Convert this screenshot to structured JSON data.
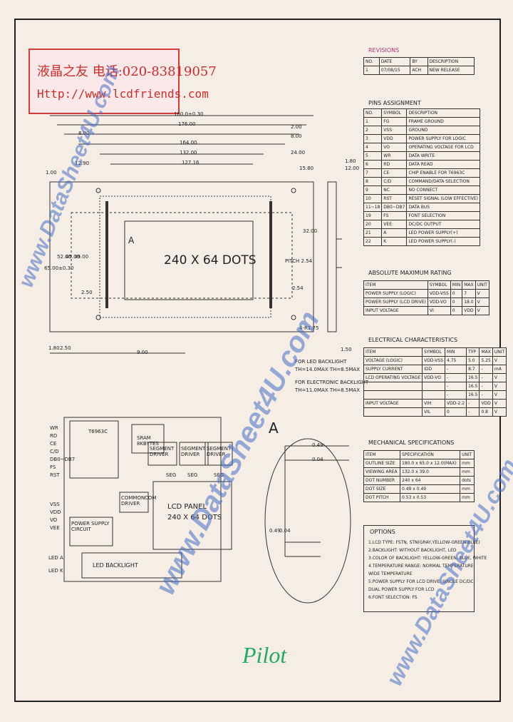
{
  "stamp": {
    "line1": "液晶之友 电话:020-83819057",
    "line2": "Http://www.lcdfriends.com"
  },
  "watermark": {
    "text": "www.DataSheet4U.com"
  },
  "revisions": {
    "title": "REVISIONS",
    "headers": [
      "NO.",
      "DATE",
      "BY",
      "DESCRIPTION"
    ],
    "rows": [
      [
        "1",
        "07/08/15",
        "ACH",
        "NEW RELEASE"
      ]
    ]
  },
  "pins": {
    "title": "PINS ASSIGNMENT",
    "headers": [
      "NO.",
      "SYMBOL",
      "DESCRIPTION"
    ],
    "rows": [
      [
        "1",
        "FG",
        "FRAME GROUND"
      ],
      [
        "2",
        "VSS",
        "GROUND"
      ],
      [
        "3",
        "VDD",
        "POWER SUPPLY FOR LOGIC"
      ],
      [
        "4",
        "VO",
        "OPERATING VOLTAGE FOR LCD"
      ],
      [
        "5",
        "WR",
        "DATA WRITE"
      ],
      [
        "6",
        "RD",
        "DATA READ"
      ],
      [
        "7",
        "CE",
        "CHIP ENABLE FOR T6963C"
      ],
      [
        "8",
        "C/D",
        "COMMAND/DATA SELECTION"
      ],
      [
        "9",
        "NC",
        "NO CONNECT"
      ],
      [
        "10",
        "RST",
        "RESET SIGNAL (LOW EFFECTIVE)"
      ],
      [
        "11~18",
        "DB0~DB7",
        "DATA BUS"
      ],
      [
        "19",
        "FS",
        "FONT SELECTION"
      ],
      [
        "20",
        "VEE",
        "DC/DC OUTPUT"
      ],
      [
        "21",
        "A",
        "LED POWER SUPPLY(+)"
      ],
      [
        "22",
        "K",
        "LED POWER SUPPLY(-)"
      ]
    ]
  },
  "absmax": {
    "title": "ABSOLUTE MAXIMUM RATING",
    "headers": [
      "ITEM",
      "SYMBOL",
      "MIN",
      "MAX",
      "UNIT"
    ],
    "rows": [
      [
        "POWER SUPPLY (LOGIC)",
        "VDD-VSS",
        "0",
        "7",
        "V"
      ],
      [
        "POWER SUPPLY (LCD DRIVE)",
        "VDD-VO",
        "0",
        "18.0",
        "V"
      ],
      [
        "INPUT VOLTAGE",
        "VI",
        "0",
        "VDD",
        "V"
      ]
    ]
  },
  "elec": {
    "title": "ELECTRICAL CHARACTERISTICS",
    "headers": [
      "ITEM",
      "SYMBOL",
      "MIN",
      "TYP",
      "MAX",
      "UNIT"
    ],
    "rows": [
      [
        "VOLTAGE (LOGIC)",
        "VDD-VSS",
        "4.75",
        "5.0",
        "5.25",
        "V"
      ],
      [
        "SUPPLY CURRENT",
        "IDD",
        "-",
        "8.7",
        "-",
        "mA"
      ],
      [
        "LCD OPERATING VOLTAGE",
        "VDD-VO",
        "-",
        "16.5",
        "-",
        "V"
      ],
      [
        "",
        "",
        "-",
        "16.5",
        "-",
        "V"
      ],
      [
        "",
        "",
        "-",
        "16.5",
        "-",
        "V"
      ],
      [
        "INPUT VOLTAGE",
        "VIH",
        "VDD-2.2",
        "-",
        "VDD",
        "V"
      ],
      [
        "",
        "VIL",
        "0",
        "-",
        "0.8",
        "V"
      ]
    ]
  },
  "mech": {
    "title": "MECHANICAL SPECIFICATIONS",
    "headers": [
      "ITEM",
      "SPECIFICATION",
      "UNIT"
    ],
    "rows": [
      [
        "OUTLINE SIZE",
        "180.0 x 65.0 x 12.0(MAX)",
        "mm"
      ],
      [
        "VIEWING AREA",
        "132.0 x 39.0",
        "mm"
      ],
      [
        "DOT NUMBER",
        "240 x 64",
        "dots"
      ],
      [
        "DOT SIZE",
        "0.49 x 0.49",
        "mm"
      ],
      [
        "DOT PITCH",
        "0.53 x 0.53",
        "mm"
      ]
    ]
  },
  "options": {
    "title": "OPTIONS",
    "lines": [
      "1.LCD TYPE: FSTN, STN(GRAY,YELLOW-GREEN,BLUE)",
      "2.BACKLIGHT: WITHOUT BACKLIGHT, LED",
      "3.COLOR OF BACKLIGHT: YELLOW-GREEN, BLUE, WHITE",
      "4.TEMPERATURE RANGE: NORMAL TEMPERATURE",
      "WIDE TEMPERATURE",
      "5.POWER SUPPLY FOR LCD DRIVE: SINGLE DC/DC",
      "DUAL POWER SUPPLY FOR LCD",
      "6.FONT SELECTION: FS"
    ]
  },
  "outline": {
    "dims_top": [
      "180.0±0.30",
      "176.00",
      "8.00",
      "164.00",
      "132.00",
      "127.16"
    ],
    "dims_right": [
      "2.00",
      "8.00",
      "24.00",
      "1.80",
      "15.80",
      "12.00",
      "32.00"
    ],
    "dims_left": [
      "1.00",
      "12.90",
      "65.00±0.30",
      "52.00",
      "45.00",
      "39.00",
      "2.54",
      "2.50"
    ],
    "dims_bottom": [
      "1.80",
      "2.50",
      "9.00",
      "1.50"
    ],
    "dot_label": "240 X 64 DOTS",
    "marker": "A",
    "pin_pitch": "PITCH 2.54",
    "hole": "4-R1.75",
    "note1": "FOR LED BACKLIGHT",
    "note2": "TH=14.0MAX TH=8.5MAX",
    "note3": "FOR ELECTRONIC BACKLIGHT",
    "note4": "TH=11.0MAX TH=8.5MAX"
  },
  "detail": {
    "label": "A",
    "d1": "0.49",
    "d2": "0.04",
    "d3": "0.49",
    "d4": "0.04"
  },
  "block": {
    "inputs": [
      "WR",
      "RD",
      "CE",
      "C/D",
      "DB0~DB7",
      "FS",
      "RST"
    ],
    "power": [
      "VSS",
      "VDD",
      "VO",
      "VEE"
    ],
    "leds": [
      "LED A",
      "LED K"
    ],
    "controller": "T6963C",
    "sram": "SRAM 8KBYTES",
    "seg1": "SEGMENT DRIVER",
    "seg2": "SEGMENT DRIVER",
    "seg3": "SEGMENT DRIVER",
    "common": "COMMON DRIVER",
    "panel": "LCD PANEL",
    "panel_dots": "240 X 64 DOTS",
    "power_block": "POWER SUPPLY CIRCUIT",
    "backlight": "LED BACKLIGHT",
    "bus1": "SEG",
    "bus2": "SEG",
    "bus3": "SEG",
    "bus_com": "COM"
  },
  "logo": {
    "text1": "Pil",
    "text2": "ot"
  }
}
